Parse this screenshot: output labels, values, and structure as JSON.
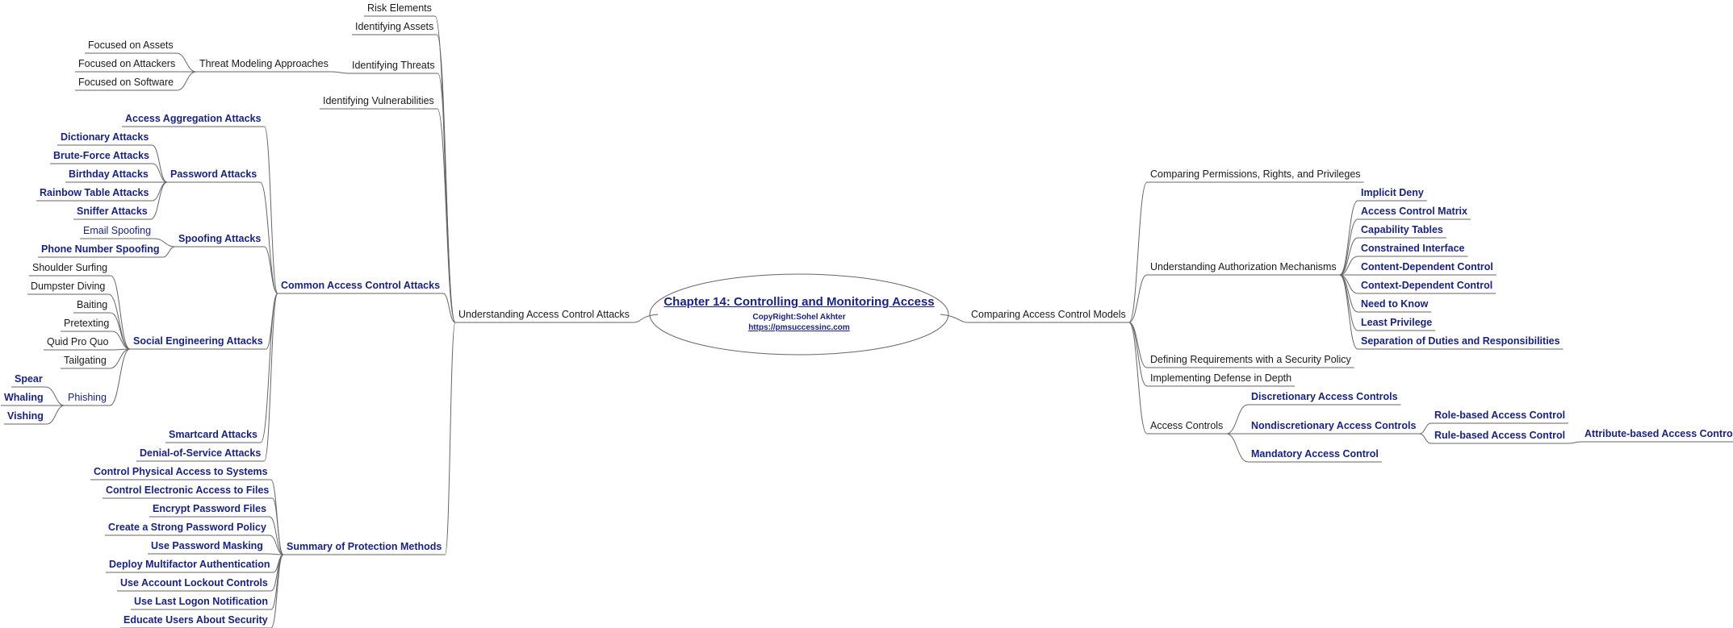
{
  "center": {
    "title": "Chapter 14: Controlling and Monitoring Access",
    "copyright": "CopyRight:Sohel Akhter",
    "url": "https://pmsuccessinc.com"
  },
  "left": {
    "branch1": "Understanding Access Control Attacks",
    "risk_elements": "Risk Elements",
    "identifying_assets": "Identifying Assets",
    "identifying_threats": "Identifying Threats",
    "threat_modeling": "Threat Modeling Approaches",
    "focused_assets": "Focused on Assets",
    "focused_attackers": "Focused on Attackers",
    "focused_software": "Focused on Software",
    "identifying_vulnerabilities": "Identifying Vulnerabilities",
    "common_attacks": "Common Access Control Attacks",
    "access_aggregation": "Access Aggregation Attacks",
    "password_attacks": "Password Attacks",
    "dictionary": "Dictionary Attacks",
    "brute_force": "Brute-Force Attacks",
    "birthday": "Birthday Attacks",
    "rainbow": "Rainbow Table Attacks",
    "sniffer": "Sniffer Attacks",
    "spoofing_attacks": "Spoofing Attacks",
    "email_spoofing": "Email Spoofing",
    "phone_spoofing": "Phone Number Spoofing",
    "social_engineering": "Social Engineering Attacks",
    "shoulder_surfing": "Shoulder Surfing",
    "dumpster_diving": "Dumpster Diving",
    "baiting": "Baiting",
    "pretexting": "Pretexting",
    "quid_pro_quo": "Quid Pro Quo",
    "tailgating": "Tailgating",
    "phishing": "Phishing",
    "spear": "Spear",
    "whaling": "Whaling",
    "vishing": "Vishing",
    "smartcard": "Smartcard Attacks",
    "dos": "Denial-of-Service Attacks",
    "protection_summary": "Summary of Protection Methods",
    "p1": "Control Physical Access to Systems",
    "p2": "Control Electronic Access to Files",
    "p3": "Encrypt Password Files",
    "p4": "Create a Strong Password Policy",
    "p5": "Use Password Masking",
    "p6": "Deploy Multifactor Authentication",
    "p7": "Use Account Lockout Controls",
    "p8": "Use Last Logon Notification",
    "p9": "Educate Users About Security"
  },
  "right": {
    "branch": "Comparing Access Control Models",
    "comparing_permissions": "Comparing Permissions, Rights, and Privileges",
    "authorization_mechanisms": "Understanding Authorization Mechanisms",
    "implicit_deny": "Implicit Deny",
    "acm": "Access Control Matrix",
    "capability_tables": "Capability Tables",
    "constrained_interface": "Constrained Interface",
    "content_dependent": "Content-Dependent Control",
    "context_dependent": "Context-Dependent Control",
    "need_to_know": "Need to Know",
    "least_privilege": "Least Privilege",
    "separation_duties": "Separation of Duties and Responsibilities",
    "defining_requirements": "Defining Requirements with a Security Policy",
    "defense_in_depth": "Implementing Defense in Depth",
    "access_controls": "Access Controls",
    "dac": "Discretionary Access Controls",
    "nondiscretionary": "Nondiscretionary Access Controls",
    "role_based": "Role-based Access Control",
    "rule_based": "Rule-based Access Control",
    "attribute_based": "Attribute-based Access Control",
    "mac": "Mandatory Access Control"
  },
  "colors": {
    "topic_blue": "#1a237e",
    "plain_text": "#1a1a1a",
    "line": "#666666"
  }
}
